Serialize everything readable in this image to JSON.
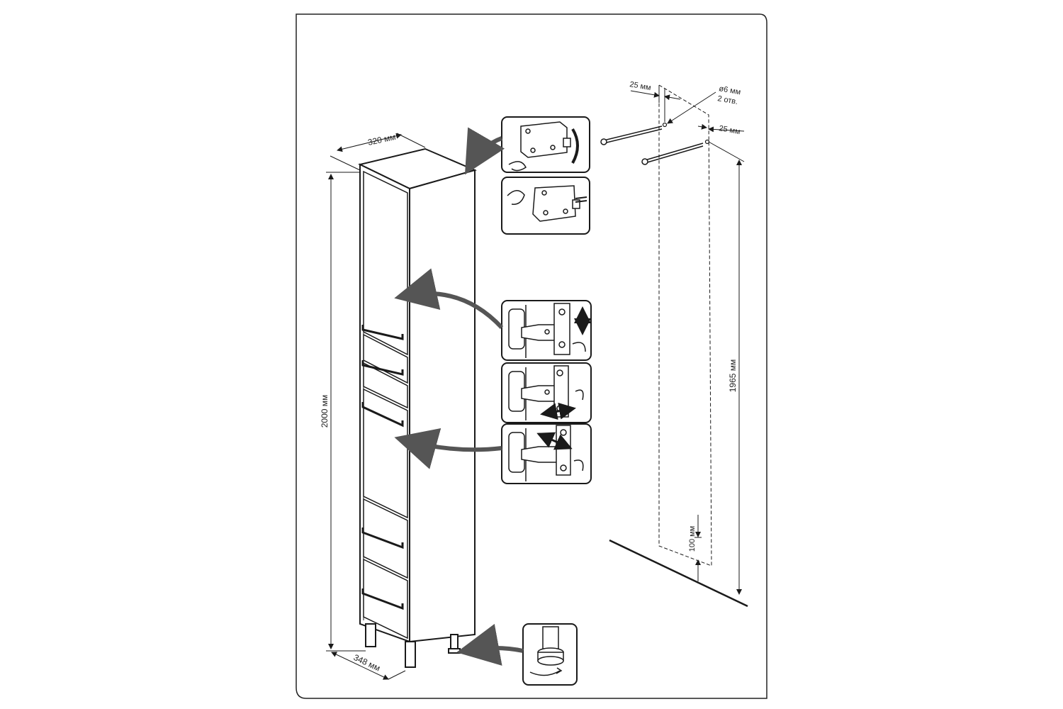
{
  "dimensions": {
    "top_width": "320 мм",
    "bottom_depth": "348 мм",
    "height": "2000 мм",
    "wall_edge_offset": "25 мм",
    "hole_offset_right": "25 мм",
    "hole_diameter": "ø6 мм",
    "hole_count": "2 отв.",
    "mount_height": "1965 мм",
    "floor_gap": "100 мм"
  },
  "icons": {
    "latch_adjust_1": "push-latch-adjust-icon",
    "latch_adjust_2": "push-latch-slide-icon",
    "hinge_vertical": "hinge-vertical-adjust-icon",
    "hinge_horizontal": "hinge-horizontal-adjust-icon",
    "hinge_depth": "hinge-depth-adjust-icon",
    "foot_level": "adjustable-foot-icon"
  },
  "colors": {
    "line": "#1a1a1a",
    "arrow": "#555555"
  }
}
